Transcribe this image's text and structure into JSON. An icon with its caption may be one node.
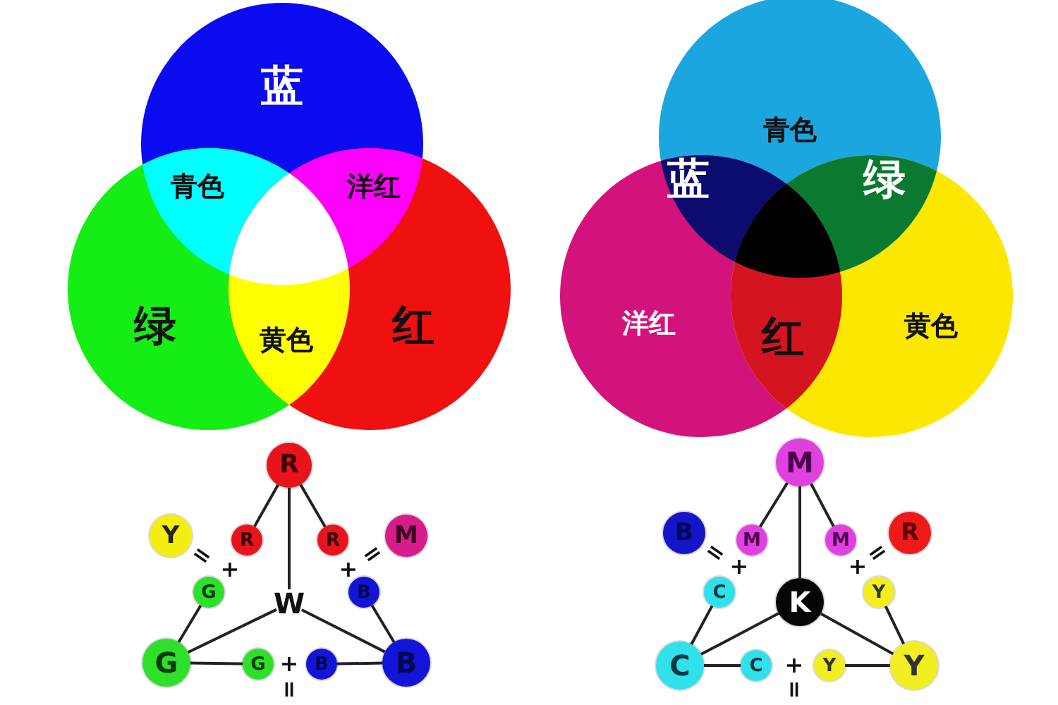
{
  "diagram": {
    "nodes": [
      {
        "text": [
          "蓝"
        ]
      },
      {
        "text": [
          "绿"
        ]
      },
      {
        "text": [
          "红"
        ]
      },
      {
        "text": [
          "青色"
        ]
      },
      {
        "text": [
          "洋红"
        ]
      },
      {
        "text": [
          "黄色"
        ]
      },
      {
        "text": [
          "R"
        ]
      },
      {
        "text": [
          "Y"
        ]
      },
      {
        "text": [
          "R"
        ]
      },
      {
        "text": [
          "R"
        ]
      },
      {
        "text": [
          "M"
        ]
      },
      {
        "text": [
          "G"
        ]
      },
      {
        "text": [
          "W"
        ]
      },
      {
        "text": [
          "B"
        ]
      },
      {
        "text": [
          "G"
        ]
      },
      {
        "text": [
          "G"
        ]
      },
      {
        "text": [
          "B"
        ]
      },
      {
        "text": [
          "B"
        ]
      },
      {
        "text": [
          "M"
        ]
      },
      {
        "text": [
          "B"
        ]
      },
      {
        "text": [
          "M"
        ]
      },
      {
        "text": [
          "M"
        ]
      },
      {
        "text": [
          "R"
        ]
      },
      {
        "text": [
          "C"
        ]
      },
      {
        "text": [
          "K"
        ]
      },
      {
        "text": [
          "Y"
        ]
      },
      {
        "text": [
          "C"
        ]
      },
      {
        "text": [
          "C"
        ]
      },
      {
        "text": [
          "Y"
        ]
      },
      {
        "text": [
          "Y"
        ]
      }
    ],
    "edges": [
      {
        "from": 6,
        "to": 8,
        "arrow": "none"
      },
      {
        "from": 6,
        "to": 9,
        "arrow": "none"
      },
      {
        "from": 6,
        "to": 12,
        "arrow": "none"
      },
      {
        "from": 14,
        "to": 11,
        "arrow": "none"
      },
      {
        "from": 14,
        "to": 12,
        "arrow": "none"
      },
      {
        "from": 14,
        "to": 15,
        "arrow": "none"
      },
      {
        "from": 17,
        "to": 13,
        "arrow": "none"
      },
      {
        "from": 17,
        "to": 12,
        "arrow": "none"
      },
      {
        "from": 17,
        "to": 16,
        "arrow": "none"
      },
      {
        "from": 18,
        "to": 20,
        "arrow": "none"
      },
      {
        "from": 18,
        "to": 21,
        "arrow": "none"
      },
      {
        "from": 18,
        "to": 24,
        "arrow": "none"
      },
      {
        "from": 26,
        "to": 23,
        "arrow": "none"
      },
      {
        "from": 26,
        "to": 24,
        "arrow": "none"
      },
      {
        "from": 26,
        "to": 27,
        "arrow": "none"
      },
      {
        "from": 29,
        "to": 25,
        "arrow": "none"
      },
      {
        "from": 29,
        "to": 24,
        "arrow": "none"
      },
      {
        "from": 29,
        "to": 28,
        "arrow": "none"
      }
    ],
    "labels": [
      "青色",
      "洋红",
      "黄色",
      "蓝",
      "绿",
      "红",
      "=",
      "+",
      "+",
      "=",
      "+",
      "=",
      "=",
      "+",
      "+",
      "=",
      "+",
      "="
    ]
  }
}
